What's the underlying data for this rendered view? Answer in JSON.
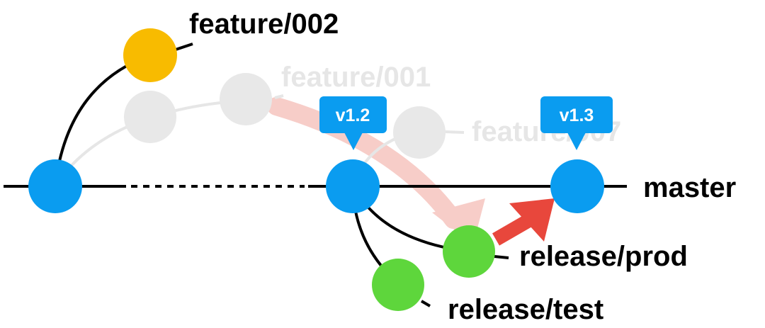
{
  "colors": {
    "commit_master": "#0a9cf0",
    "commit_feature": "#f8bb00",
    "commit_release": "#5ed63c",
    "commit_ghost": "#e8e8e8",
    "ghost_text": "#e6e6e6",
    "line": "#000000",
    "ghost_line": "#e6e6e6",
    "arrow": "#e8473c",
    "arrow_faded": "#f7cdc8",
    "tag_bg": "#0a9cf0",
    "tag_text": "#ffffff"
  },
  "branches": {
    "master": "master",
    "feature_002": "feature/002",
    "feature_001": "feature/001",
    "feature_007": "feature/007",
    "release_prod": "release/prod",
    "release_test": "release/test"
  },
  "tags": {
    "v12": "v1.2",
    "v13": "v1.3"
  }
}
